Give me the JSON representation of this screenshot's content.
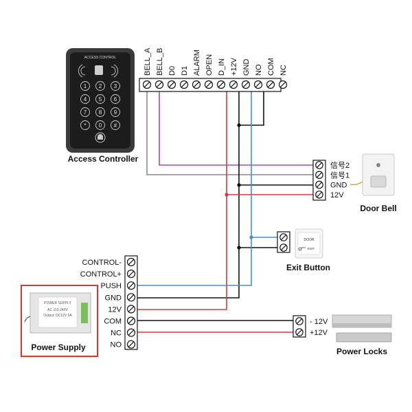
{
  "access_controller": {
    "caption": "Access Controller",
    "brand": "ACCESS CONTROL",
    "keys": [
      "1",
      "2",
      "3",
      "4",
      "5",
      "6",
      "7",
      "8",
      "9",
      "*",
      "0",
      "#"
    ],
    "terminals": [
      "BELL_A",
      "BELL_B",
      "D0",
      "D1",
      "ALARM",
      "OPEN",
      "D_IN",
      "+12V",
      "GND",
      "NO",
      "COM",
      "NC"
    ]
  },
  "door_bell": {
    "caption": "Door Bell",
    "terminals": [
      "信号2",
      "信号1",
      "GND",
      "12V"
    ]
  },
  "exit_button": {
    "caption": "Exit Button",
    "face_top": "DOOR",
    "face_bottom": "EXIT"
  },
  "power_supply": {
    "caption": "Power Supply",
    "label_title": "POWER SUPPLY",
    "label_lines": [
      "AC 110-240V",
      "Output: DC12V 3A"
    ],
    "terminals": [
      "CONTROL-",
      "CONTROL+",
      "PUSH",
      "GND",
      "12V",
      "COM",
      "NC",
      "NO"
    ]
  },
  "power_locks": {
    "caption": "Power Locks",
    "terminals": [
      "- 12V",
      "+12V"
    ]
  },
  "colors": {
    "purple": "#9b4fc0",
    "gray": "#8a8a8a",
    "red": "#d9383a",
    "black": "#111111",
    "blue": "#3d8fd6",
    "highlight": "#e0322f"
  }
}
